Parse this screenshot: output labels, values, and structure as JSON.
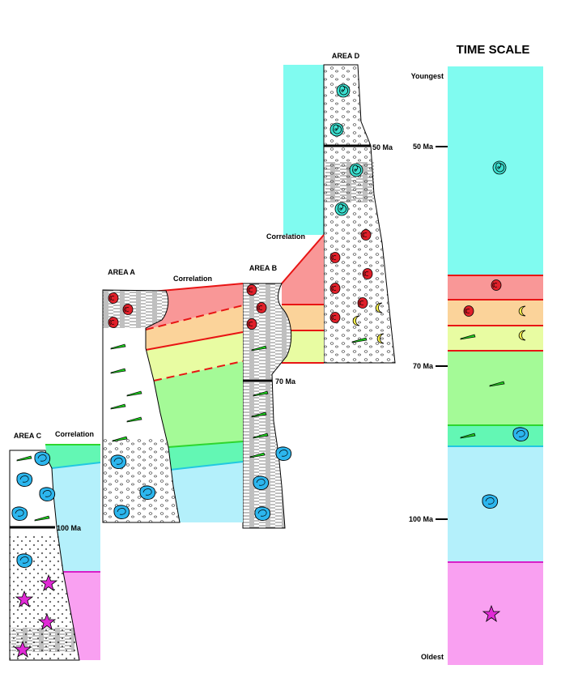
{
  "time_scale": {
    "title": "TIME SCALE",
    "youngest_label": "Youngest",
    "oldest_label": "Oldest",
    "ticks": [
      "50 Ma",
      "70 Ma",
      "100 Ma"
    ]
  },
  "areas": {
    "a": {
      "label": "AREA A",
      "fossils": [
        "ammonite-red",
        "belemnite-green",
        "oyster-blue"
      ]
    },
    "b": {
      "label": "AREA B",
      "age_marker": "70 Ma",
      "fossils": [
        "ammonite-red",
        "belemnite-green",
        "oyster-blue"
      ]
    },
    "c": {
      "label": "AREA C",
      "age_marker": "100 Ma",
      "fossils": [
        "belemnite-green",
        "oyster-blue",
        "starfish-magenta"
      ]
    },
    "d": {
      "label": "AREA D",
      "age_marker": "50 Ma",
      "fossils": [
        "ammonite-cyan",
        "ammonite-red",
        "crescent-yellow",
        "belemnite-green"
      ]
    }
  },
  "correlation_label": "Correlation",
  "colors": {
    "cyan": "#80fbf0",
    "red": "#f99797",
    "orange": "#fbd39a",
    "lime": "#e8fca2",
    "green": "#a4fa97",
    "teal": "#63f7b4",
    "blue": "#b4f0fb",
    "pink": "#f9a0f1",
    "line_red": "#e81414",
    "line_green": "#2ed62e",
    "line_cyan": "#22c8e0",
    "line_magenta": "#d820c8"
  }
}
